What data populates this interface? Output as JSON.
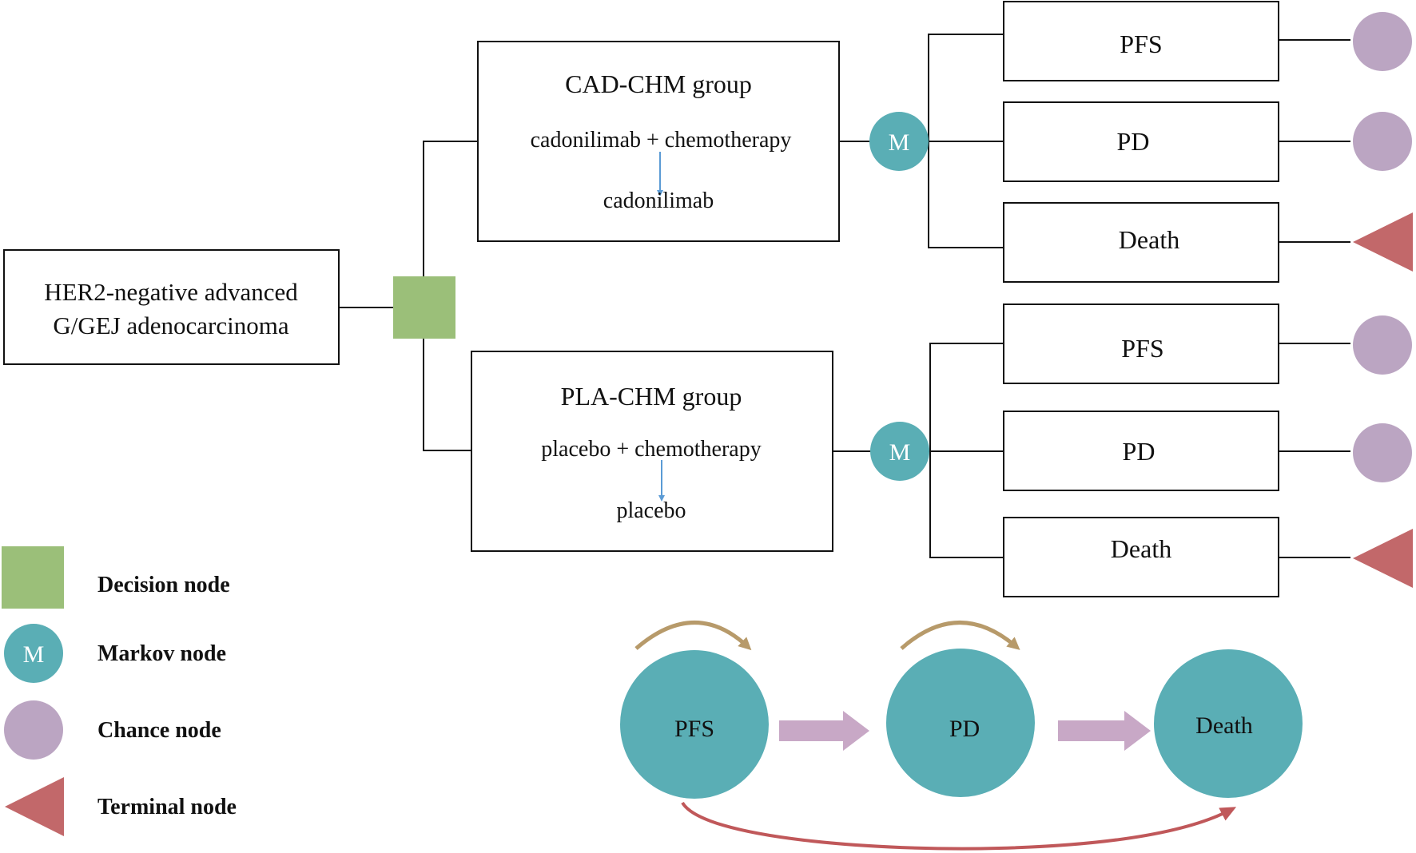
{
  "root": {
    "line1": "HER2-negative advanced",
    "line2": "G/GEJ adenocarcinoma"
  },
  "groups": [
    {
      "name": "CAD-CHM group",
      "regimen": "cadonilimab + chemotherapy",
      "maintenance": "cadonilimab",
      "markov_label": "M",
      "states": [
        "PFS",
        "PD",
        "Death"
      ],
      "end_nodes": [
        "chance",
        "chance",
        "terminal"
      ]
    },
    {
      "name": "PLA-CHM group",
      "regimen": "placebo + chemotherapy",
      "maintenance": "placebo",
      "markov_label": "M",
      "states": [
        "PFS",
        "PD",
        "Death"
      ],
      "end_nodes": [
        "chance",
        "chance",
        "terminal"
      ]
    }
  ],
  "legend": [
    {
      "shape": "decision",
      "icon_text": "",
      "label": "Decision node"
    },
    {
      "shape": "markov",
      "icon_text": "M",
      "label": "Markov node"
    },
    {
      "shape": "chance",
      "icon_text": "",
      "label": "Chance node"
    },
    {
      "shape": "terminal",
      "icon_text": "",
      "label": "Terminal node"
    }
  ],
  "transition_diagram": {
    "states": [
      "PFS",
      "PD",
      "Death"
    ]
  },
  "colors": {
    "decision": "#9bbf79",
    "markov": "#5aaeb5",
    "chance": "#bba5c2",
    "terminal": "#c2686a",
    "self_loop": "#b79a6a",
    "transition_arrow": "#c8a8c6",
    "death_arc": "#c0585a",
    "flow_arrow": "#5b9bd5",
    "line": "#111111"
  }
}
